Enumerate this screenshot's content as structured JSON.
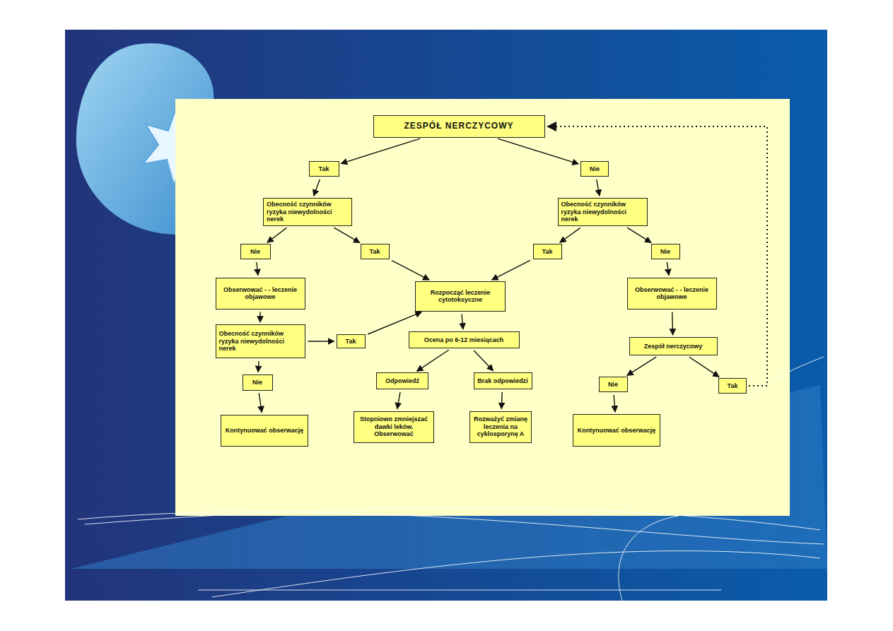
{
  "diagram": {
    "nodes": [
      {
        "text": [
          "ZESPÓŁ NERCZYCOWY"
        ]
      },
      {
        "text": [
          "Tak"
        ]
      },
      {
        "text": [
          "Nie"
        ]
      },
      {
        "text": [
          "Obecność czynników ryzyka niewydolności nerek"
        ]
      },
      {
        "text": [
          "Obecność czynników ryzyka niewydolności nerek"
        ]
      },
      {
        "text": [
          "Nie"
        ]
      },
      {
        "text": [
          "Tak"
        ]
      },
      {
        "text": [
          "Tak"
        ]
      },
      {
        "text": [
          "Nie"
        ]
      },
      {
        "text": [
          "Obserwować - - leczenie objawowe"
        ]
      },
      {
        "text": [
          "Rozpocząć leczenie cytotoksyczne"
        ]
      },
      {
        "text": [
          "Obserwować - - leczenie objawowe"
        ]
      },
      {
        "text": [
          "Obecność czynników ryzyka niewydolności nerek"
        ]
      },
      {
        "text": [
          "Tak"
        ]
      },
      {
        "text": [
          "Ocena po 6-12 miesiącach"
        ]
      },
      {
        "text": [
          "Zespół nerczycowy"
        ]
      },
      {
        "text": [
          "Nie"
        ]
      },
      {
        "text": [
          "Odpowiedź"
        ]
      },
      {
        "text": [
          "Brak odpowiedzi"
        ]
      },
      {
        "text": [
          "Nie"
        ]
      },
      {
        "text": [
          "Tak"
        ]
      },
      {
        "text": [
          "Kontynuować obserwację"
        ]
      },
      {
        "text": [
          "Stopniowo zmniejszać dawki leków. Obserwować"
        ]
      },
      {
        "text": [
          "Rozważyć zmianę leczenia na cyklosporynę A"
        ]
      },
      {
        "text": [
          "Kontynuować obserwację"
        ]
      }
    ],
    "edges": [
      {
        "from": 0,
        "to": 1,
        "arrow": "to"
      },
      {
        "from": 0,
        "to": 2,
        "arrow": "to"
      },
      {
        "from": 1,
        "to": 3,
        "arrow": "to"
      },
      {
        "from": 2,
        "to": 4,
        "arrow": "to"
      },
      {
        "from": 3,
        "to": 5,
        "arrow": "to"
      },
      {
        "from": 3,
        "to": 6,
        "arrow": "to"
      },
      {
        "from": 4,
        "to": 7,
        "arrow": "to"
      },
      {
        "from": 4,
        "to": 8,
        "arrow": "to"
      },
      {
        "from": 5,
        "to": 9,
        "arrow": "to"
      },
      {
        "from": 6,
        "to": 10,
        "arrow": "to"
      },
      {
        "from": 7,
        "to": 10,
        "arrow": "to"
      },
      {
        "from": 8,
        "to": 11,
        "arrow": "to"
      },
      {
        "from": 9,
        "to": 12,
        "arrow": "to"
      },
      {
        "from": 12,
        "to": 13,
        "arrow": "to"
      },
      {
        "from": 13,
        "to": 10,
        "arrow": "to"
      },
      {
        "from": 12,
        "to": 16,
        "arrow": "to"
      },
      {
        "from": 16,
        "to": 21,
        "arrow": "to"
      },
      {
        "from": 10,
        "to": 14,
        "arrow": "to"
      },
      {
        "from": 14,
        "to": 17,
        "arrow": "to"
      },
      {
        "from": 14,
        "to": 18,
        "arrow": "to"
      },
      {
        "from": 17,
        "to": 22,
        "arrow": "to"
      },
      {
        "from": 18,
        "to": 23,
        "arrow": "to"
      },
      {
        "from": 11,
        "to": 15,
        "arrow": "to"
      },
      {
        "from": 15,
        "to": 19,
        "arrow": "to"
      },
      {
        "from": 15,
        "to": 20,
        "arrow": "to"
      },
      {
        "from": 19,
        "to": 24,
        "arrow": "to"
      },
      {
        "from": 20,
        "to": 0,
        "arrow": "to"
      }
    ]
  }
}
